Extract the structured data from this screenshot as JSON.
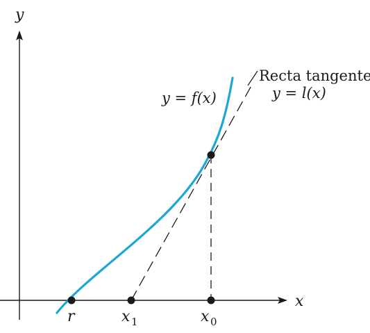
{
  "axes": {
    "x_label": "x",
    "y_label": "y"
  },
  "curve": {
    "label": "y = f(x)",
    "color": "#1aa7d6"
  },
  "tangent": {
    "label_line1": "Recta tangente",
    "label_line2": "y = l(x)"
  },
  "points": {
    "root_label": "r",
    "x1_base": "x",
    "x1_sub": "1",
    "x0_base": "x",
    "x0_sub": "0"
  },
  "colors": {
    "axis": "#1a1a1a",
    "curve": "#1aa7d6",
    "dashed": "#1a1a1a"
  }
}
